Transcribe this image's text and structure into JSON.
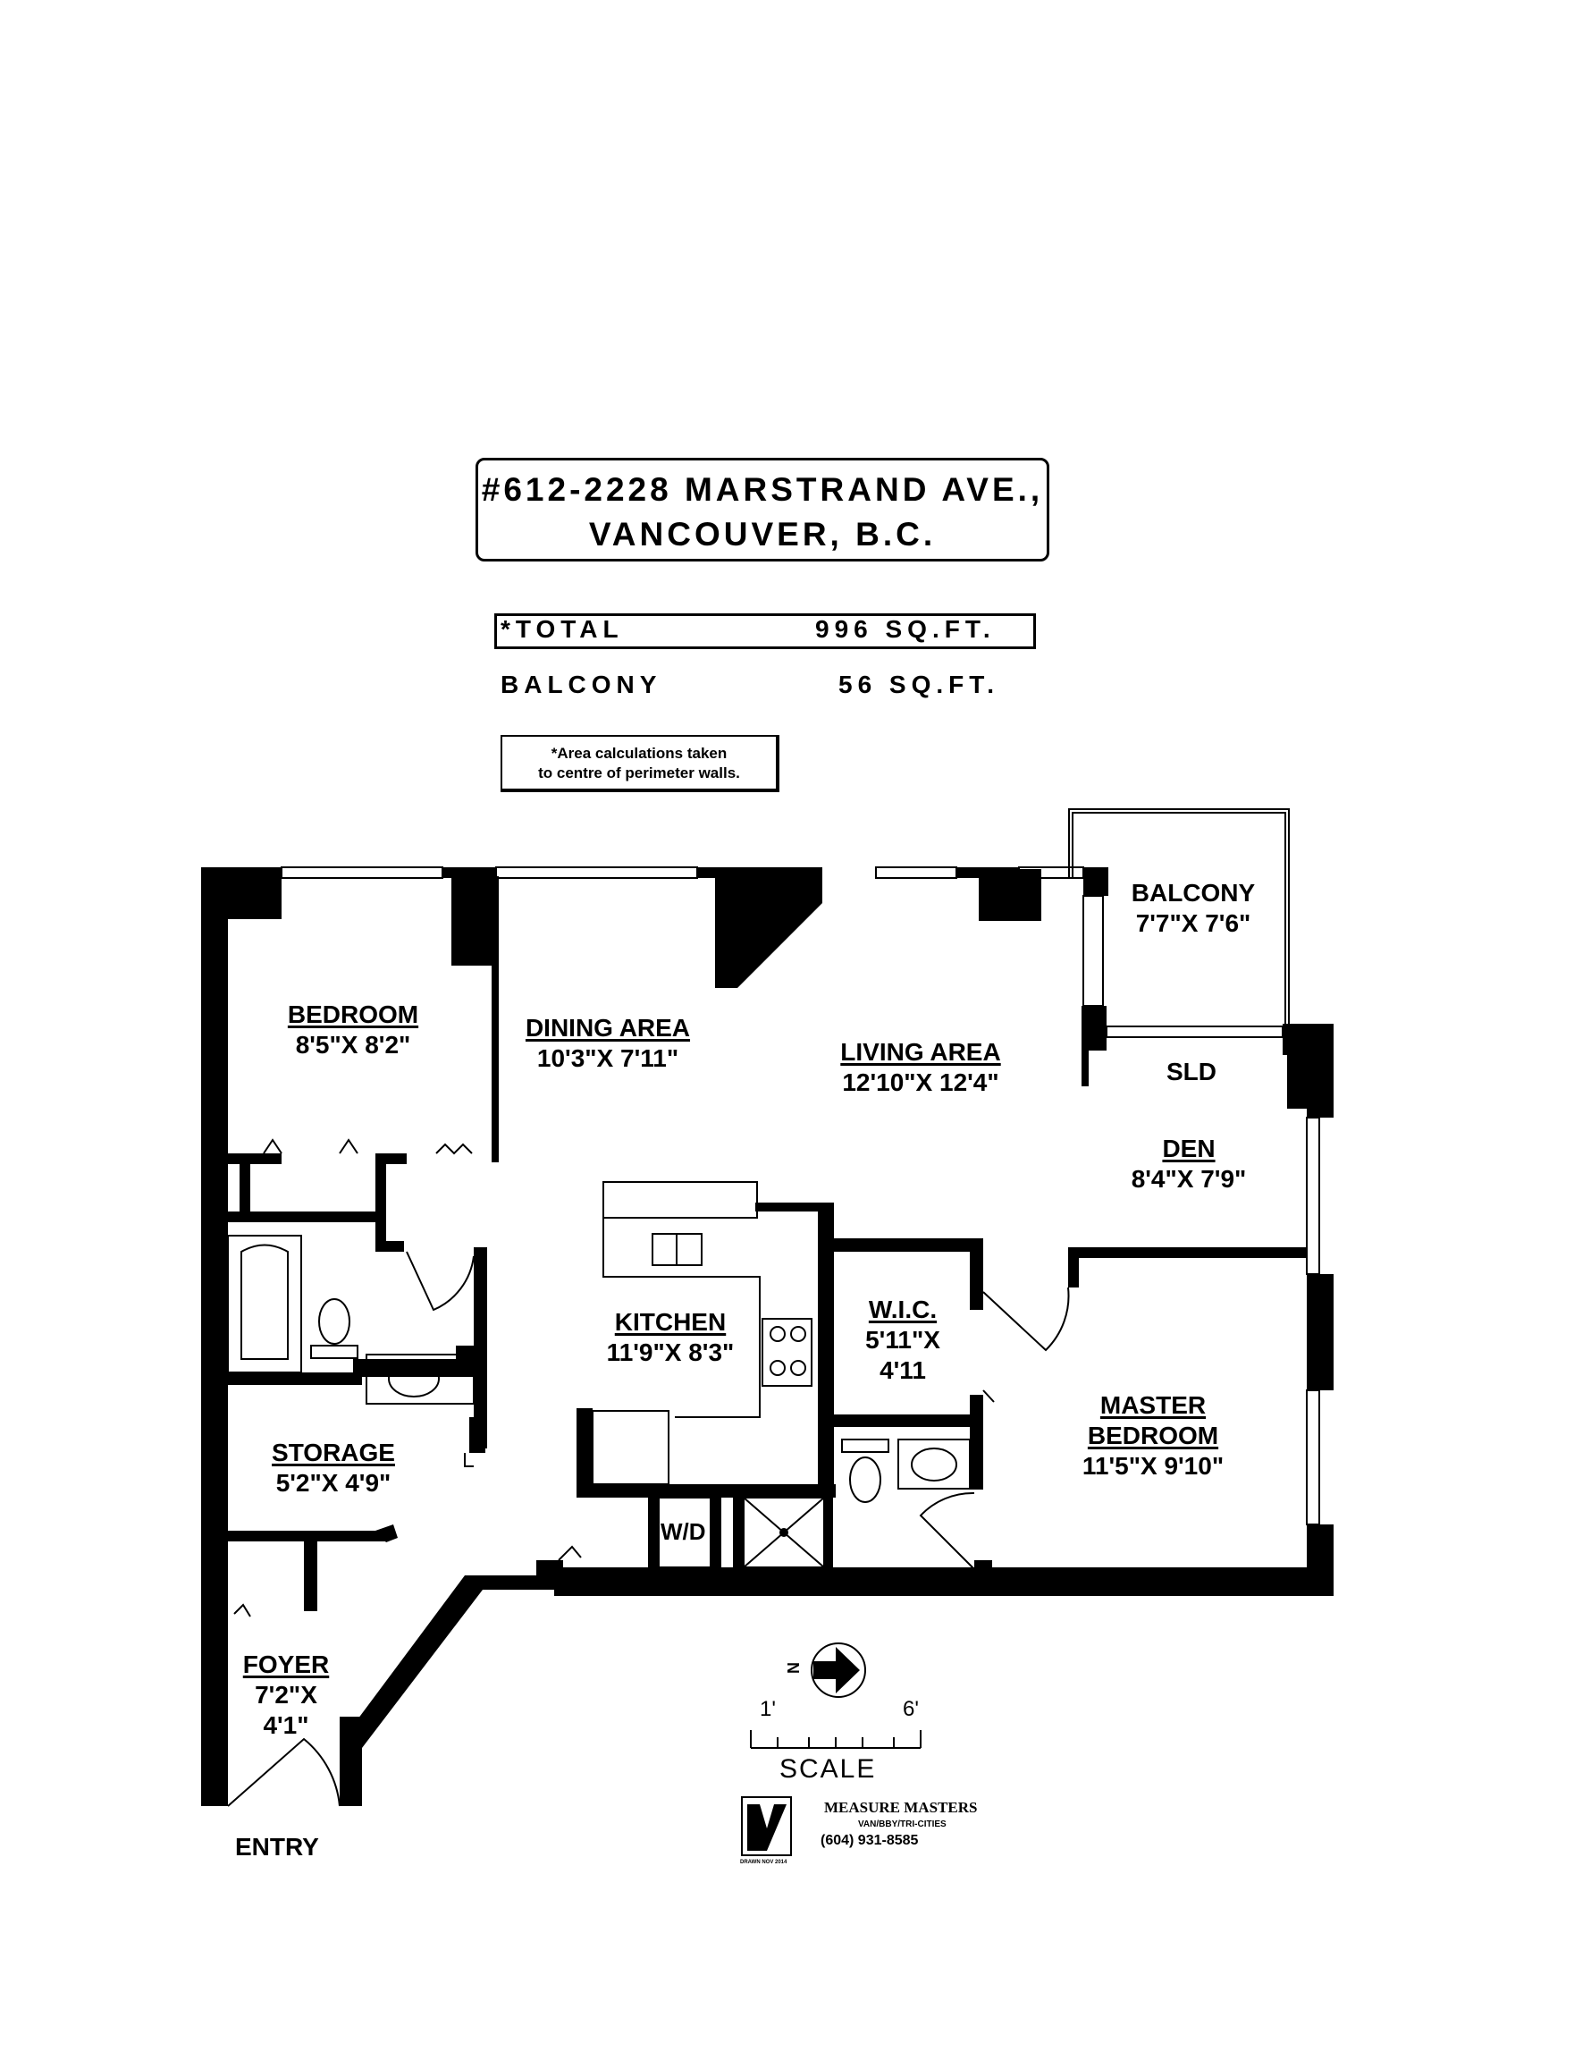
{
  "header": {
    "address_line1": "#612-2228 MARSTRAND AVE.,",
    "address_line2": "VANCOUVER, B.C."
  },
  "areas": {
    "total_label": "*TOTAL",
    "total_value": "996 SQ.FT.",
    "balcony_label": "BALCONY",
    "balcony_value": "56 SQ.FT."
  },
  "note": {
    "line1": "*Area calculations taken",
    "line2": "to centre of perimeter walls."
  },
  "rooms": {
    "bedroom": {
      "name": "BEDROOM",
      "dims": "8'5\"X 8'2\""
    },
    "dining": {
      "name": "DINING AREA",
      "dims": "10'3\"X 7'11\""
    },
    "living": {
      "name": "LIVING AREA",
      "dims": "12'10\"X 12'4\""
    },
    "balcony": {
      "name": "BALCONY",
      "dims": "7'7\"X 7'6\""
    },
    "den": {
      "name": "DEN",
      "dims": "8'4\"X 7'9\""
    },
    "kitchen": {
      "name": "KITCHEN",
      "dims": "11'9\"X 8'3\""
    },
    "wic": {
      "name": "W.I.C.",
      "dims_line1": "5'11\"X",
      "dims_line2": "4'11"
    },
    "master": {
      "name_line1": "MASTER",
      "name_line2": "BEDROOM",
      "dims": "11'5\"X 9'10\""
    },
    "storage": {
      "name": "STORAGE",
      "dims": "5'2\"X 4'9\""
    },
    "foyer": {
      "name": "FOYER",
      "dims_line1": "7'2\"X",
      "dims_line2": "4'1\""
    }
  },
  "labels": {
    "sld": "SLD",
    "wd": "W/D",
    "entry": "ENTRY"
  },
  "legend": {
    "north": "N",
    "scale_start": "1'",
    "scale_end": "6'",
    "scale_label": "SCALE"
  },
  "logo": {
    "company": "MEASURE MASTERS",
    "areas_served": "VAN/BBY/TRI-CITIES",
    "phone": "(604) 931-8585",
    "drawn": "DRAWN NOV 2014"
  }
}
